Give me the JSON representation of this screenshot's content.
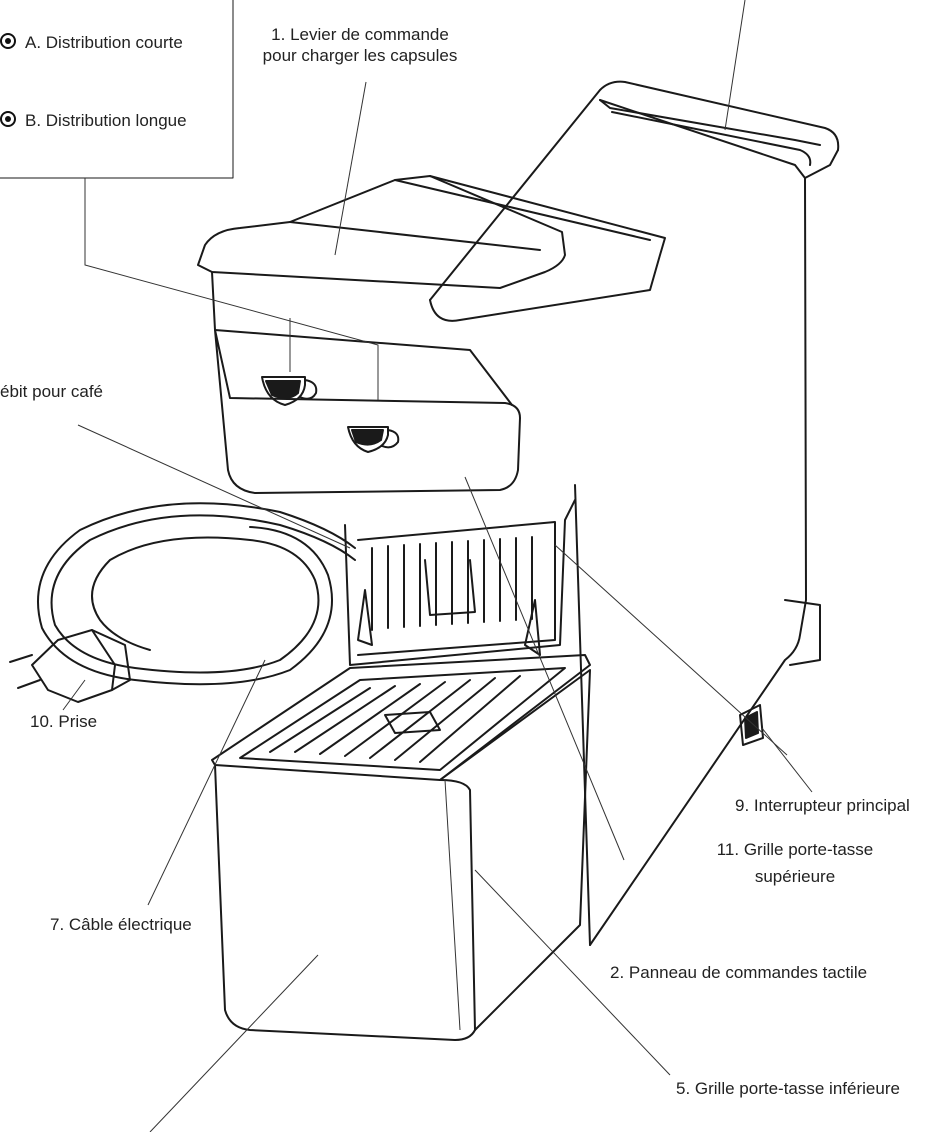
{
  "legend": {
    "items": [
      {
        "text": "A. Distribution courte"
      },
      {
        "text": "B. Distribution longue"
      }
    ]
  },
  "labels": {
    "l1_line1": "1. Levier de commande",
    "l1_line2": "pour charger les capsules",
    "l_debit": "ébit pour café",
    "l10": "10. Prise",
    "l9": "9. Interrupteur principal",
    "l11_line1": "11. Grille porte-tasse",
    "l11_line2": "supérieure",
    "l7": "7. Câble électrique",
    "l2": "2. Panneau de commandes tactile",
    "l5": "5. Grille porte-tasse inférieure"
  },
  "colors": {
    "stroke": "#1a1a1a",
    "leader": "#333333",
    "text": "#222222"
  }
}
